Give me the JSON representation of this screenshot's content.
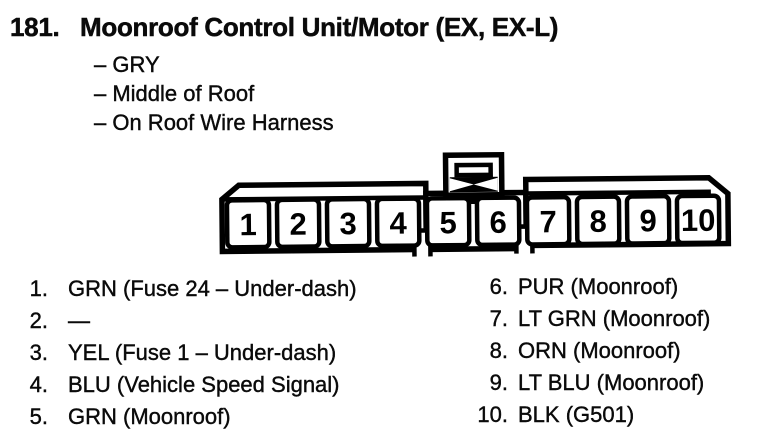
{
  "page": {
    "item_number": "181.",
    "title": "Moonroof Control Unit/Motor (EX, EX-L)"
  },
  "notes": [
    "– GRY",
    "– Middle of Roof",
    "– On Roof Wire Harness"
  ],
  "connector": {
    "pins": [
      "1",
      "2",
      "3",
      "4",
      "5",
      "6",
      "7",
      "8",
      "9",
      "10"
    ]
  },
  "legend": {
    "left": [
      {
        "num": "1.",
        "label": "GRN (Fuse 24 – Under-dash)"
      },
      {
        "num": "2.",
        "label": "—"
      },
      {
        "num": "3.",
        "label": "YEL (Fuse 1 – Under-dash)"
      },
      {
        "num": "4.",
        "label": "BLU (Vehicle Speed Signal)"
      },
      {
        "num": "5.",
        "label": "GRN (Moonroof)"
      }
    ],
    "right": [
      {
        "num": "6.",
        "label": "PUR (Moonroof)"
      },
      {
        "num": "7.",
        "label": "LT GRN (Moonroof)"
      },
      {
        "num": "8.",
        "label": "ORN (Moonroof)"
      },
      {
        "num": "9.",
        "label": "LT BLU (Moonroof)"
      },
      {
        "num": "10.",
        "label": "BLK (G501)"
      }
    ]
  },
  "colors": {
    "ink": "#000000",
    "paper": "#ffffff"
  }
}
